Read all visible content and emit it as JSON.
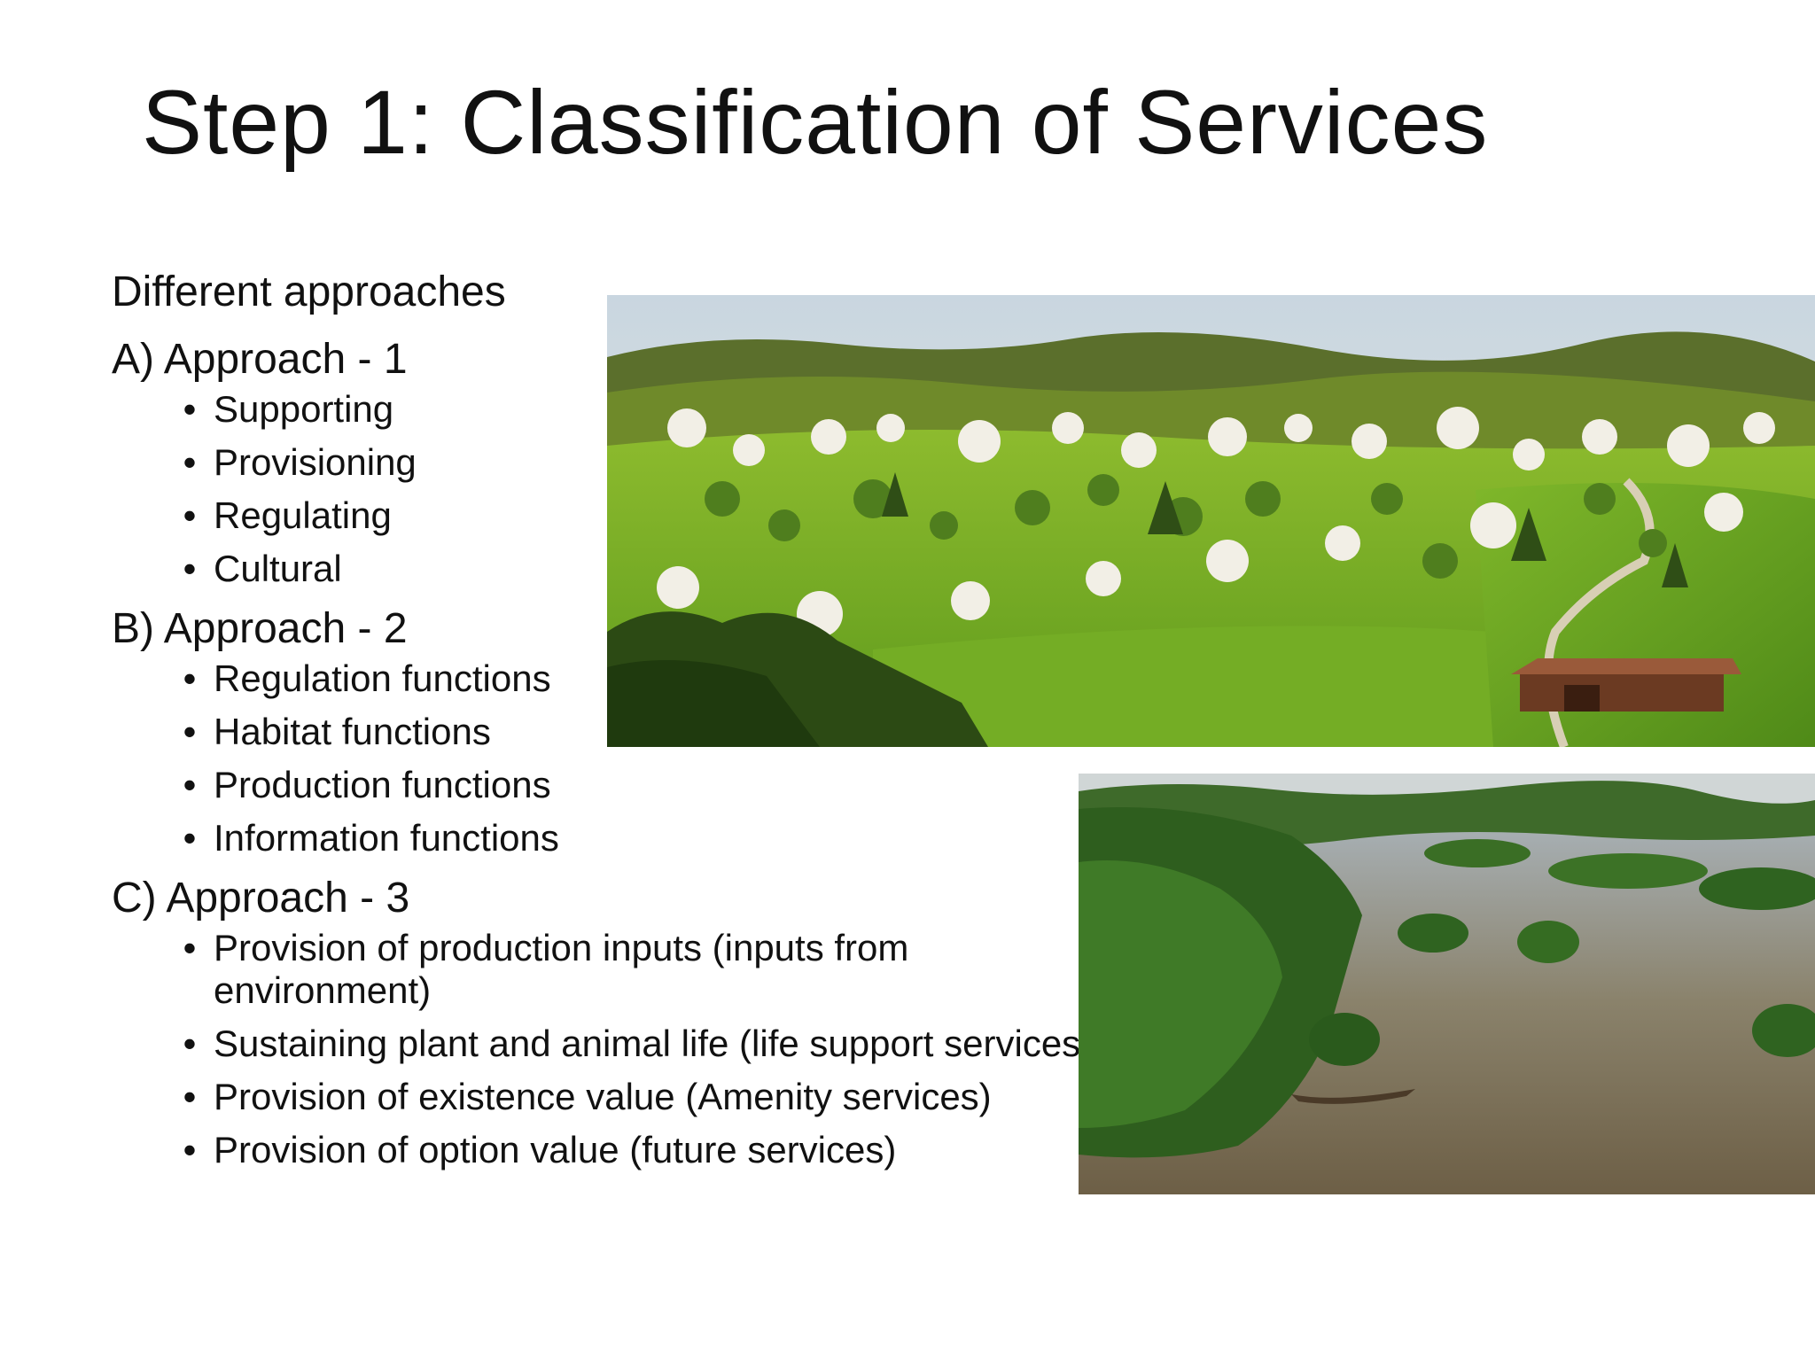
{
  "slide": {
    "title": "Step 1: Classification of Services",
    "intro": "Different approaches",
    "approaches": [
      {
        "label": "A) Approach - 1",
        "items": [
          "Supporting",
          "Provisioning",
          "Regulating",
          "Cultural"
        ]
      },
      {
        "label": "B) Approach - 2",
        "items": [
          "Regulation functions",
          "Habitat functions",
          "Production functions",
          "Information functions"
        ]
      },
      {
        "label": "C) Approach - 3",
        "items": [
          "Provision of production inputs (inputs from environment)",
          "Sustaining plant and animal life (life support services)",
          "Provision of existence value (Amenity services)",
          "Provision of option value (future services)"
        ]
      }
    ],
    "bullet_glyph": "•",
    "colors": {
      "text": "#111111",
      "background": "#ffffff",
      "meadow_green": "#6faa22",
      "forest_green": "#3f6b1e",
      "water": "#7a6f58"
    },
    "images": [
      {
        "subject": "meadow orchard landscape with blossoming trees"
      },
      {
        "subject": "mangrove forest and lagoon aerial view"
      }
    ]
  }
}
